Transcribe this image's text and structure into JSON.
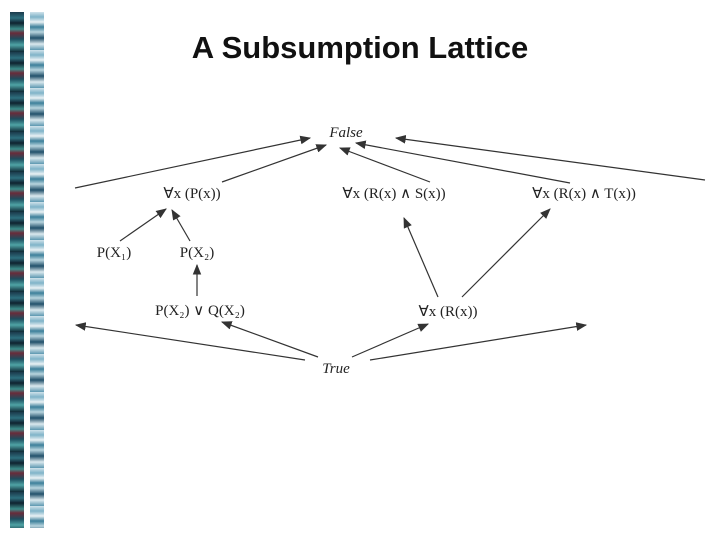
{
  "slide": {
    "title": "A Subsumption Lattice"
  },
  "lattice": {
    "nodes": {
      "false": "False",
      "forall_p": "∀x (P(x))",
      "forall_rs": "∀x (R(x) ∧ S(x))",
      "forall_rt": "∀x (R(x) ∧ T(x))",
      "p_x1": "P(X₁)",
      "p_x2": "P(X₂)",
      "p_or_q": "P(X₂) ∨ Q(X₂)",
      "forall_r": "∀x (R(x))",
      "true": "True"
    }
  }
}
